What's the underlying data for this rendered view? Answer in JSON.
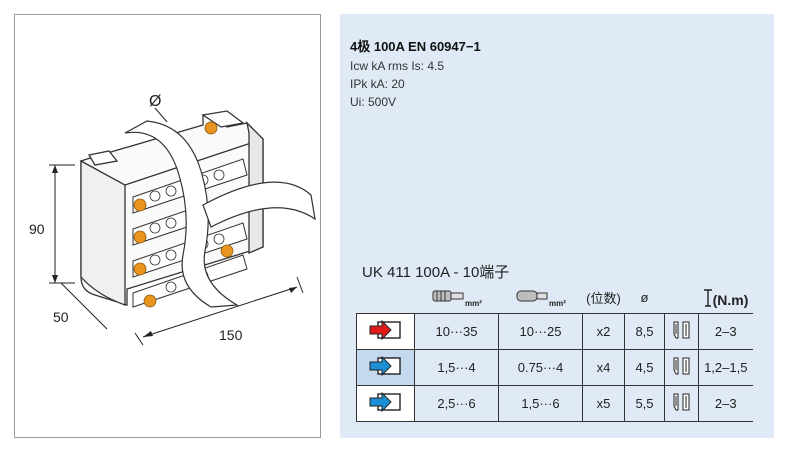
{
  "drawing": {
    "dim_height": "90",
    "dim_depth": "50",
    "dim_width": "150",
    "diameter_symbol": "Ø"
  },
  "spec": {
    "title": "4极 100A  EN 60947−1",
    "lines": [
      "Icw kA rms Is: 4.5",
      "IPk kA: 20",
      "Ui: 500V"
    ]
  },
  "product": {
    "title": "UK 411 100A - 10端子"
  },
  "table": {
    "headers": {
      "mm2_unit_1": "mm²",
      "mm2_unit_2": "mm²",
      "count": "(位数)",
      "diameter": "ø",
      "torque": "(N.m)"
    },
    "rows": [
      {
        "arrow_color": "#e21a1a",
        "range_1": "10···35",
        "range_2": "10···25",
        "count": "x2",
        "diameter": "8,5",
        "torque": "2–3",
        "highlight": false
      },
      {
        "arrow_color": "#1d8fd6",
        "range_1": "1,5···4",
        "range_2": "0.75···4",
        "count": "x4",
        "diameter": "4,5",
        "torque": "1,2–1,5",
        "highlight": true
      },
      {
        "arrow_color": "#1d8fd6",
        "range_1": "2,5···6",
        "range_2": "1,5···6",
        "count": "x5",
        "diameter": "5,5",
        "torque": "2–3",
        "highlight": false
      }
    ]
  },
  "colors": {
    "panel_bg": "#dfeaf6",
    "highlight_bg": "#c4d8ee",
    "terminal_orange": "#e8941e"
  }
}
